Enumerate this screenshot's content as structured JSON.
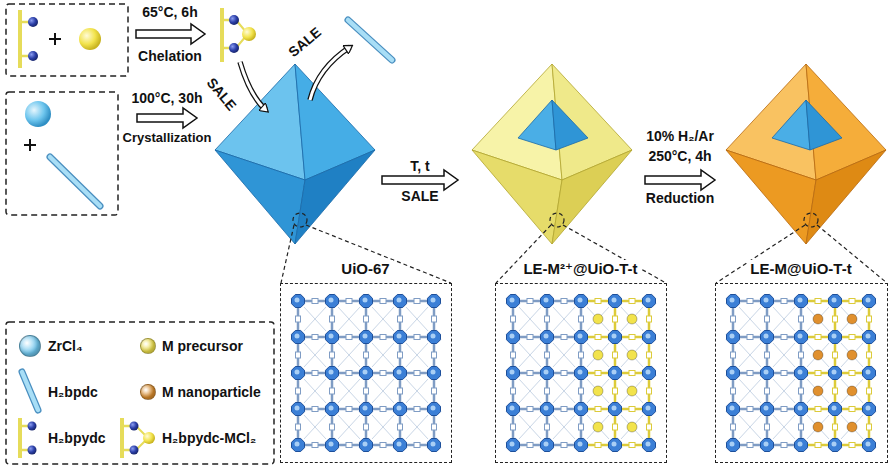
{
  "diagram": {
    "nodes": [
      {
        "text": [
          "UiO-67"
        ]
      },
      {
        "text": [
          "LE-M²⁺@UiO-T-t"
        ]
      },
      {
        "text": [
          "LE-M@UiO-T-t"
        ]
      }
    ],
    "labels": [
      "65°C, 6h",
      "Chelation",
      "SALE",
      "SALE",
      "100°C, 30h",
      "Crystallization",
      "T, t",
      "SALE",
      "10% H₂/Ar",
      "250°C, 4h",
      "Reduction"
    ],
    "legend": [
      {
        "text": "ZrCl₄",
        "color": "#6ec6ee"
      },
      {
        "text": "M precursor",
        "color": "#f2e34c"
      },
      {
        "text": "H₂bpdc"
      },
      {
        "text": "M nanoparticle",
        "color": "#e0902e"
      },
      {
        "text": "H₂bpydc"
      },
      {
        "text": "H₂bpydc-MCl₂"
      }
    ]
  }
}
